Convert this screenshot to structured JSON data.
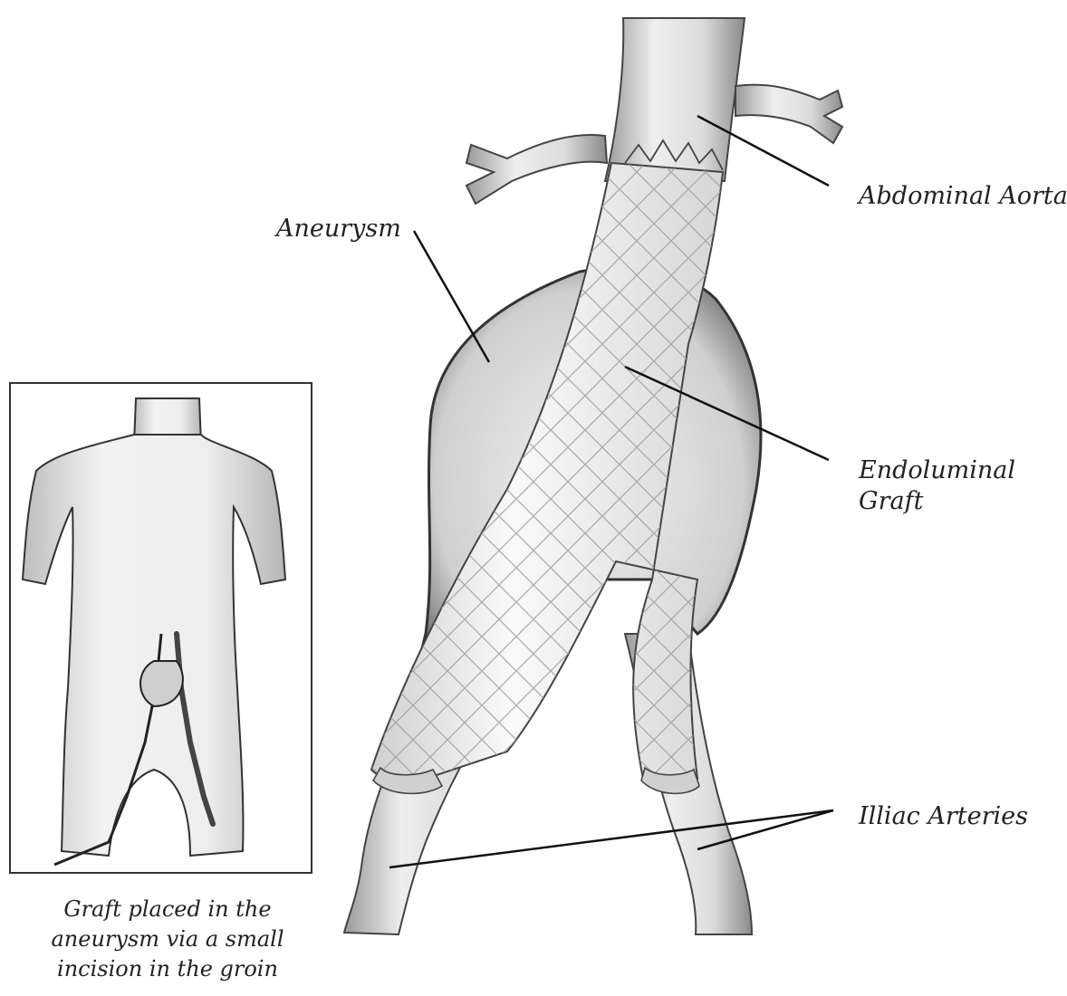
{
  "labels": {
    "abdominal_aorta": "Abdominal Aorta",
    "aneurysm": "Aneurysm",
    "endoluminal_graft_line1": "Endoluminal",
    "endoluminal_graft_line2": "Graft",
    "iliac_arteries": "Illiac Arteries"
  },
  "caption": {
    "line1": "Graft placed in the",
    "line2": "aneurysm via a small",
    "line3": "incision in the groin"
  },
  "colors": {
    "background": "#ffffff",
    "ink": "#222222",
    "vessel_fill": "#e6e6e6",
    "vessel_shadow": "#7a7a7a",
    "graft_fill": "#f4f4f4"
  }
}
